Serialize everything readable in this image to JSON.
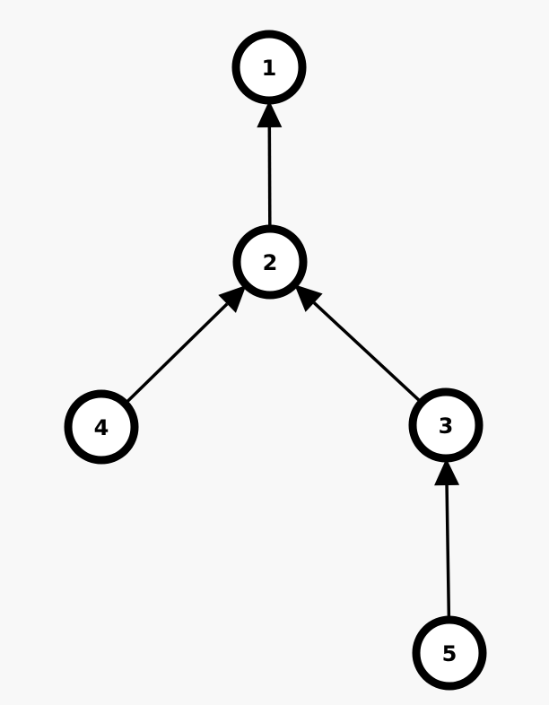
{
  "diagram": {
    "type": "directed-tree",
    "nodes": [
      {
        "id": "1",
        "label": "1"
      },
      {
        "id": "2",
        "label": "2"
      },
      {
        "id": "3",
        "label": "3"
      },
      {
        "id": "4",
        "label": "4"
      },
      {
        "id": "5",
        "label": "5"
      }
    ],
    "edges": [
      {
        "from": "2",
        "to": "1"
      },
      {
        "from": "4",
        "to": "2"
      },
      {
        "from": "3",
        "to": "2"
      },
      {
        "from": "5",
        "to": "3"
      }
    ]
  },
  "colors": {
    "background": "#f8f8f8",
    "node_stroke": "#000000",
    "node_fill": "#ffffff",
    "edge": "#000000",
    "text": "#000000"
  }
}
